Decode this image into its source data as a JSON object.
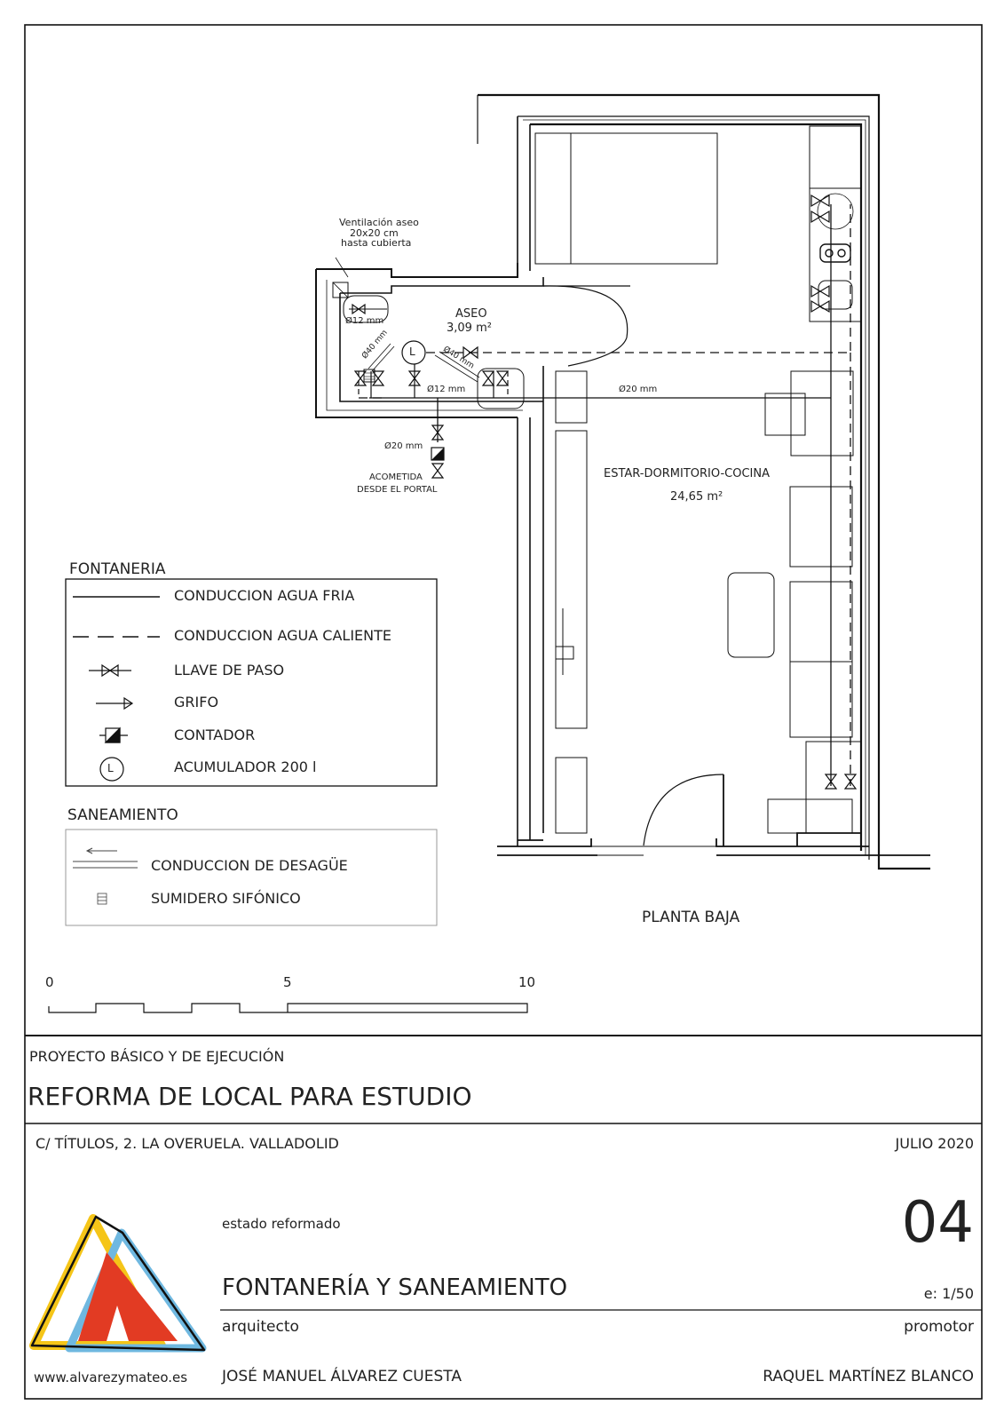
{
  "plan": {
    "vent_line1": "Ventilación aseo",
    "vent_line2": "20x20 cm",
    "vent_line3": "hasta cubierta",
    "aseo_name": "ASEO",
    "aseo_area": "3,09 m²",
    "pipe_12_a": "Ø12 mm",
    "pipe_12_b": "Ø12 mm",
    "pipe_40_a": "Ø40 mm",
    "pipe_40_b": "Ø40 mm",
    "pipe_20_a": "Ø20 mm",
    "pipe_20_b": "Ø20 mm",
    "acometida_1": "ACOMETIDA",
    "acometida_2": "DESDE EL PORTAL",
    "estar_name": "ESTAR-DORMITORIO-COCINA",
    "estar_area": "24,65 m²",
    "planta": "PLANTA BAJA",
    "accumulator_symbol": "L"
  },
  "legend_fontaneria": {
    "title": "FONTANERIA",
    "items": [
      "CONDUCCION AGUA FRIA",
      "CONDUCCION AGUA CALIENTE",
      "LLAVE DE PASO",
      "GRIFO",
      "CONTADOR",
      "ACUMULADOR 200 l"
    ]
  },
  "legend_saneamiento": {
    "title": "SANEAMIENTO",
    "items": [
      "CONDUCCION DE DESAGÜE",
      "SUMIDERO SIFÓNICO"
    ]
  },
  "scale_bar": {
    "labels": [
      "0",
      "5",
      "10"
    ]
  },
  "title_block": {
    "project_type": "PROYECTO BÁSICO Y DE EJECUCIÓN",
    "project_title": "REFORMA DE LOCAL PARA ESTUDIO",
    "address": "C/ TÍTULOS, 2. LA OVERUELA. VALLADOLID",
    "date": "JULIO 2020",
    "state": "estado reformado",
    "sheet_number": "04",
    "sheet_title": "FONTANERÍA Y SANEAMIENTO",
    "scale": "e: 1/50",
    "architect_label": "arquitecto",
    "promoter_label": "promotor",
    "website": "www.alvarezymateo.es",
    "architect_name": "JOSÉ MANUEL ÁLVAREZ CUESTA",
    "promoter_name": "RAQUEL MARTÍNEZ BLANCO"
  },
  "colors": {
    "logo_yellow": "#f5c518",
    "logo_red": "#e23b23",
    "logo_blue": "#6fb8e0"
  }
}
